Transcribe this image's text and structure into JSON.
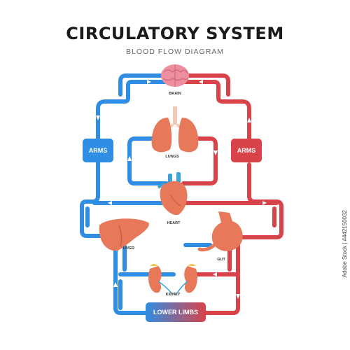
{
  "header": {
    "title": "CIRCULATORY SYSTEM",
    "subtitle": "BLOOD FLOW DIAGRAM"
  },
  "organs": {
    "brain": "BRAIN",
    "lungs": "LUNGS",
    "heart": "HEART",
    "liver": "LIVER",
    "gut": "GUT",
    "kidney": "KIDNEY"
  },
  "boxes": {
    "arms_left": "ARMS",
    "arms_right": "ARMS",
    "lower_limbs": "LOWER LIMBS"
  },
  "stock": {
    "id": "Adobe Stock | #442150032"
  },
  "colors": {
    "deoxygenated": "#2f8de4",
    "oxygenated": "#d8434a",
    "organ": "#e8785a"
  }
}
